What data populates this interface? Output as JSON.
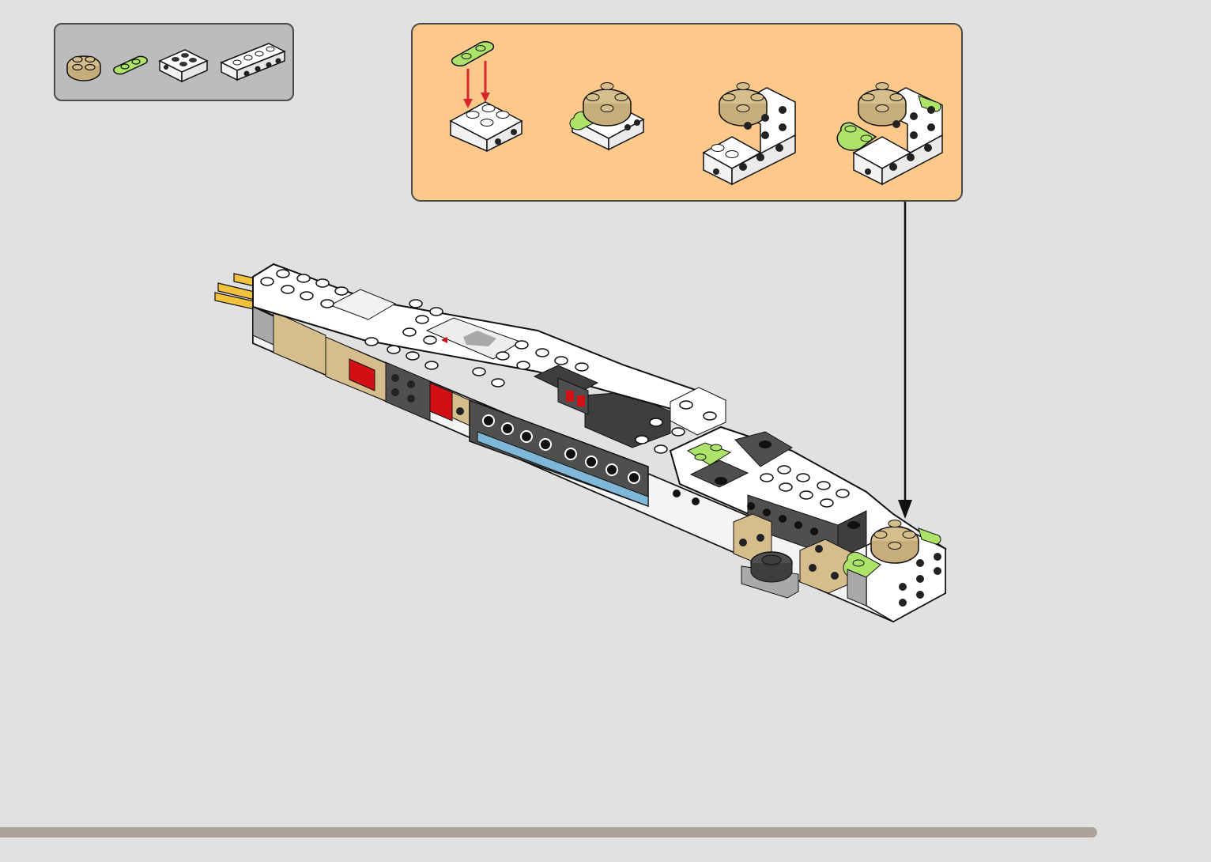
{
  "page": {
    "background_color": "#e1e1e1"
  },
  "parts_list": {
    "panel_color": "#bcbcbc",
    "parts": [
      {
        "name": "tan-round-plate-2x2",
        "color": "#d6bd8c"
      },
      {
        "name": "lime-plate-1x2-rounded",
        "color": "#aee36a"
      },
      {
        "name": "white-brick-1x2-side-studs",
        "color": "#ffffff"
      },
      {
        "name": "white-brick-1x4-side-studs",
        "color": "#ffffff"
      }
    ]
  },
  "sub_assembly": {
    "panel_color": "#fdc98b",
    "steps": 4,
    "arrow_color": "#d7262c"
  },
  "colors": {
    "white": "#ffffff",
    "tan": "#d6bd8c",
    "lime": "#aee36a",
    "dark_gray": "#4f4f4f",
    "light_gray": "#a9a9a9",
    "red": "#d20f13",
    "blue": "#7fb7d8",
    "gold": "#f2c23c",
    "outline": "#111111"
  },
  "progress": {
    "fraction": 0.952,
    "color": "#aaa39a"
  }
}
